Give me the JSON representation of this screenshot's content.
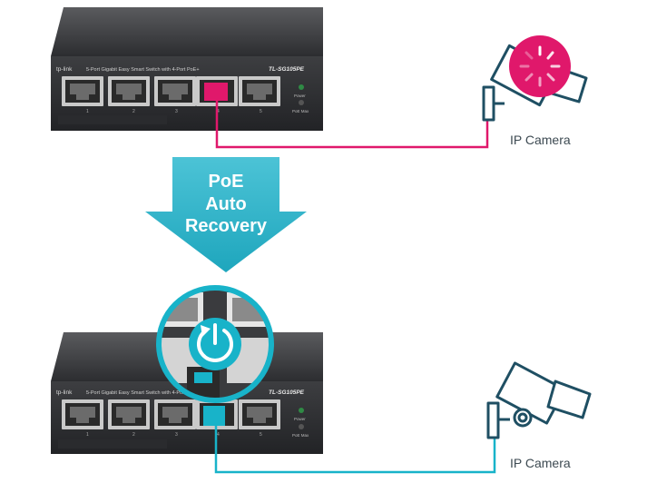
{
  "top_switch": {
    "brand": "tp-link",
    "description": "5-Port Gigabit Easy Smart Switch with 4-Port PoE+",
    "model": "TL-SG105PE",
    "port_numbers": [
      "1",
      "2",
      "3",
      "4",
      "5"
    ],
    "led_power": "Power",
    "led_poe_max": "PoE Max"
  },
  "bottom_switch": {
    "brand": "tp-link",
    "description": "5-Port Gigabit Easy Smart Switch with 4-Port PoE+",
    "model": "TL-SG105PE",
    "port_numbers": [
      "1",
      "2",
      "3",
      "4",
      "5"
    ],
    "led_power": "Power",
    "led_poe_max": "PoE Max"
  },
  "arrow": {
    "line1": "PoE",
    "line2": "Auto",
    "line3": "Recovery"
  },
  "camera_top": {
    "label": "IP Camera"
  },
  "camera_bottom": {
    "label": "IP Camera"
  },
  "colors": {
    "fault": "#e0186b",
    "ok": "#18b3c9",
    "arrow": "#2fb6cc",
    "switch_body": "#3a3b3e",
    "camera_outline": "#1f4f63"
  },
  "icons": {
    "fault": "loading-spinner-icon",
    "recovery": "power-recovery-icon",
    "camera": "ip-camera-icon"
  }
}
